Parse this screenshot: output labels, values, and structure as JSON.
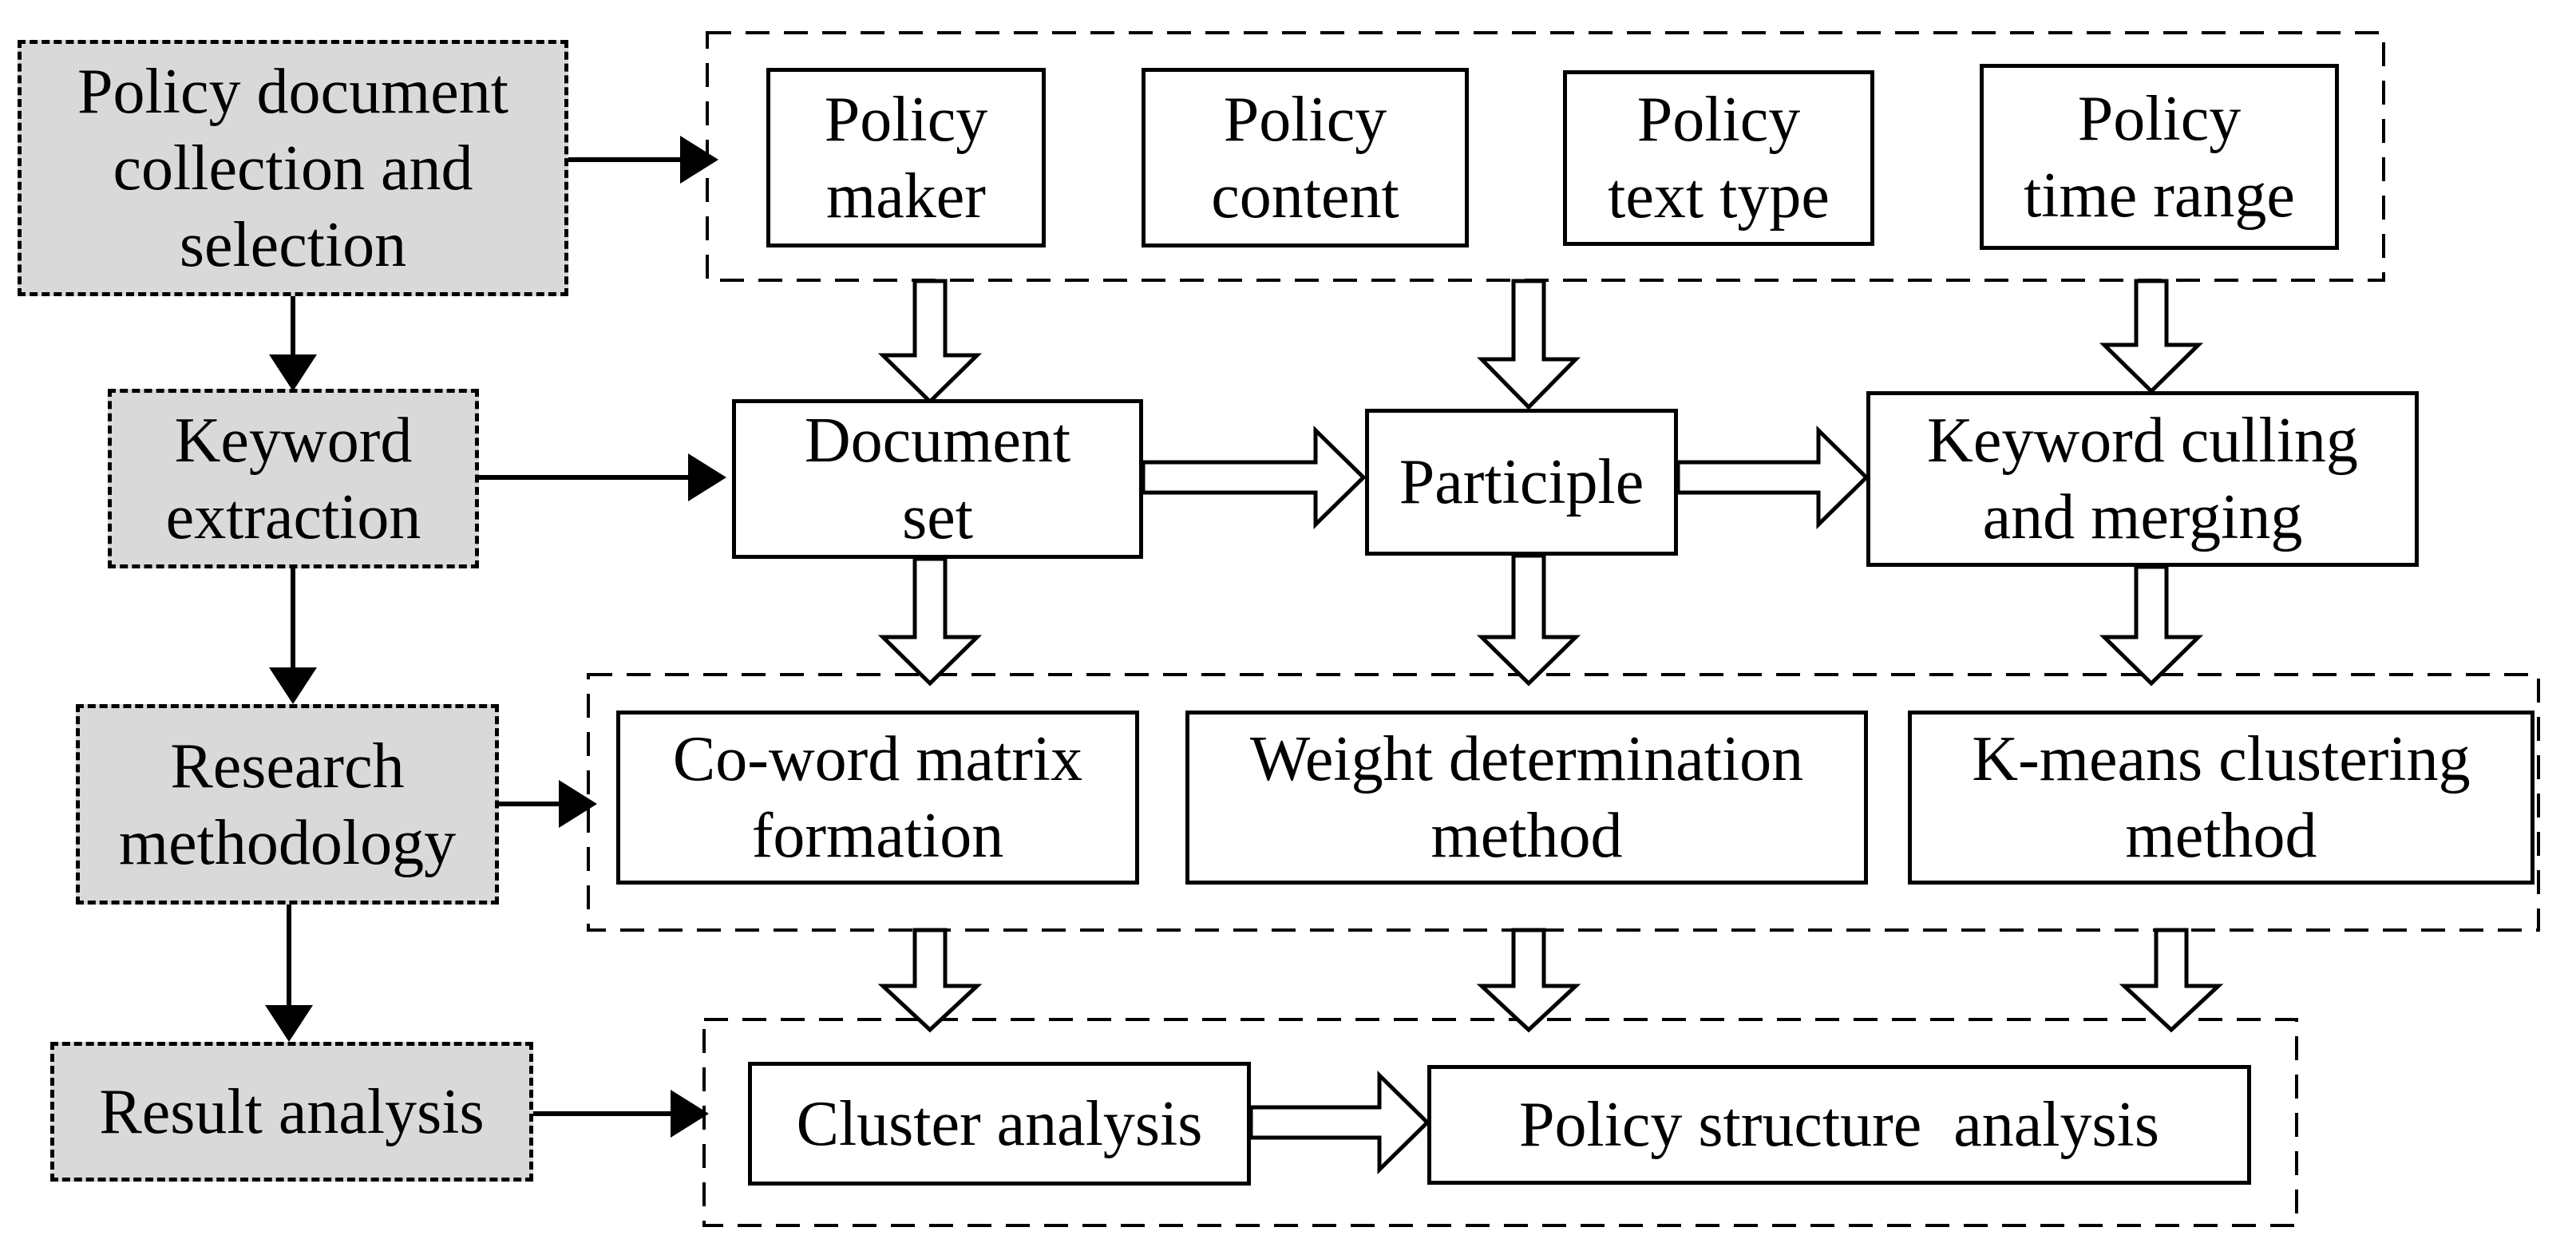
{
  "stages": {
    "collection": "Policy document\ncollection and\nselection",
    "keyword_extraction": "Keyword\nextraction",
    "research_methodology": "Research\nmethodology",
    "result_analysis": "Result analysis"
  },
  "criteria": {
    "policy_maker": "Policy\nmaker",
    "policy_content": "Policy\ncontent",
    "policy_text_type": "Policy\ntext type",
    "policy_time_range": "Policy\ntime range"
  },
  "processing": {
    "document_set": "Document\nset",
    "participle": "Participle",
    "keyword_culling": "Keyword culling\nand merging"
  },
  "methods": {
    "coword_matrix": "Co-word matrix\nformation",
    "weight_determination": "Weight determination\nmethod",
    "kmeans_clustering": "K-means clustering\nmethod"
  },
  "analysis": {
    "cluster_analysis": "Cluster analysis",
    "policy_structure": "Policy structure  analysis"
  },
  "colors": {
    "stage_fill": "#d9d9d9",
    "process_fill": "#ffffff",
    "line": "#000000",
    "background": "#ffffff"
  }
}
